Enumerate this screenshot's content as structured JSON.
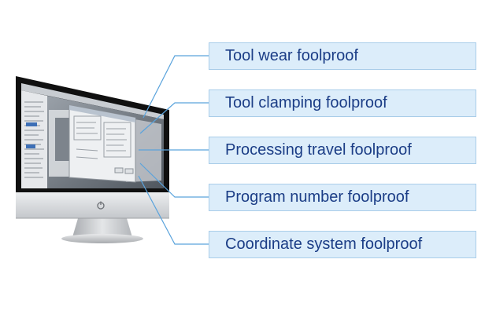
{
  "labels": [
    "Tool wear foolproof",
    "Tool clamping foolproof",
    "Processing travel foolproof",
    "Program number foolproof",
    "Coordinate system foolproof"
  ],
  "colors": {
    "label_text": "#1b3d86",
    "label_bg": "#dcedfa",
    "label_border": "#a9cde9",
    "leader_line": "#5aa3dc",
    "monitor_frame": "#111111",
    "monitor_chin": "#d6d8db",
    "stand": "#c9cbce"
  },
  "icons": [
    "power-button-icon"
  ]
}
